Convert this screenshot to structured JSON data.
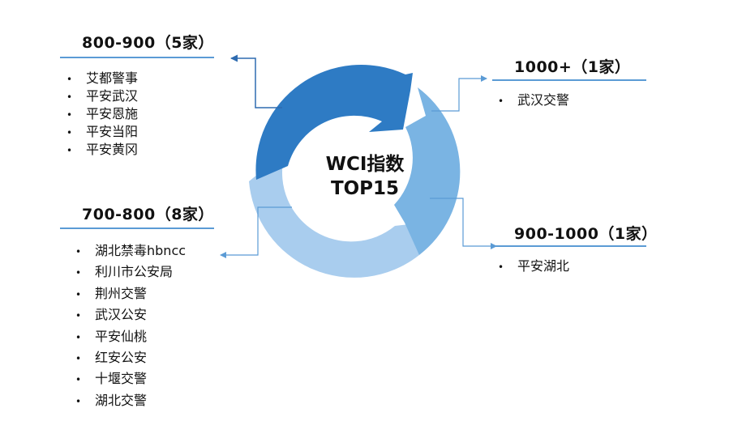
{
  "center": {
    "line1": "WCI指数",
    "line2": "TOP15"
  },
  "groups": {
    "g800": {
      "header": "800-900（5家）",
      "items": [
        "艾都警事",
        "平安武汉",
        "平安恩施",
        "平安当阳",
        "平安黄冈"
      ]
    },
    "g1000": {
      "header": "1000+（1家）",
      "items": [
        "武汉交警"
      ]
    },
    "g700": {
      "header": "700-800（8家）",
      "items": [
        "湖北禁毒hbncc",
        "利川市公安局",
        "荆州交警",
        "武汉公安",
        "平安仙桃",
        "红安公安",
        "十堰交警",
        "湖北交警"
      ]
    },
    "g900": {
      "header": "900-1000（1家）",
      "items": [
        "平安湖北"
      ]
    }
  },
  "colors": {
    "arrow_dark": "#2e7bc4",
    "arrow_mid": "#7ab4e3",
    "arrow_light": "#a9cdee",
    "rule": "#5b9bd5"
  }
}
